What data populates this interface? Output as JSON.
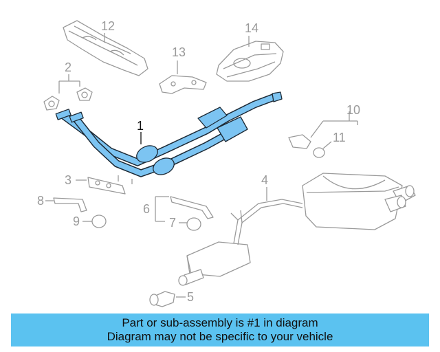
{
  "diagram": {
    "main_part_label": "1",
    "callouts": [
      "2",
      "3",
      "4",
      "5",
      "6",
      "7",
      "8",
      "9",
      "10",
      "11",
      "12",
      "13",
      "14"
    ]
  },
  "banner": {
    "line1": "Part or sub-assembly is #1 in diagram",
    "line2": "Diagram may not be specific to your vehicle"
  },
  "colors": {
    "highlight": "#7cc4f2",
    "banner": "#5bc2f0",
    "line_gray": "#9a9a9a"
  }
}
